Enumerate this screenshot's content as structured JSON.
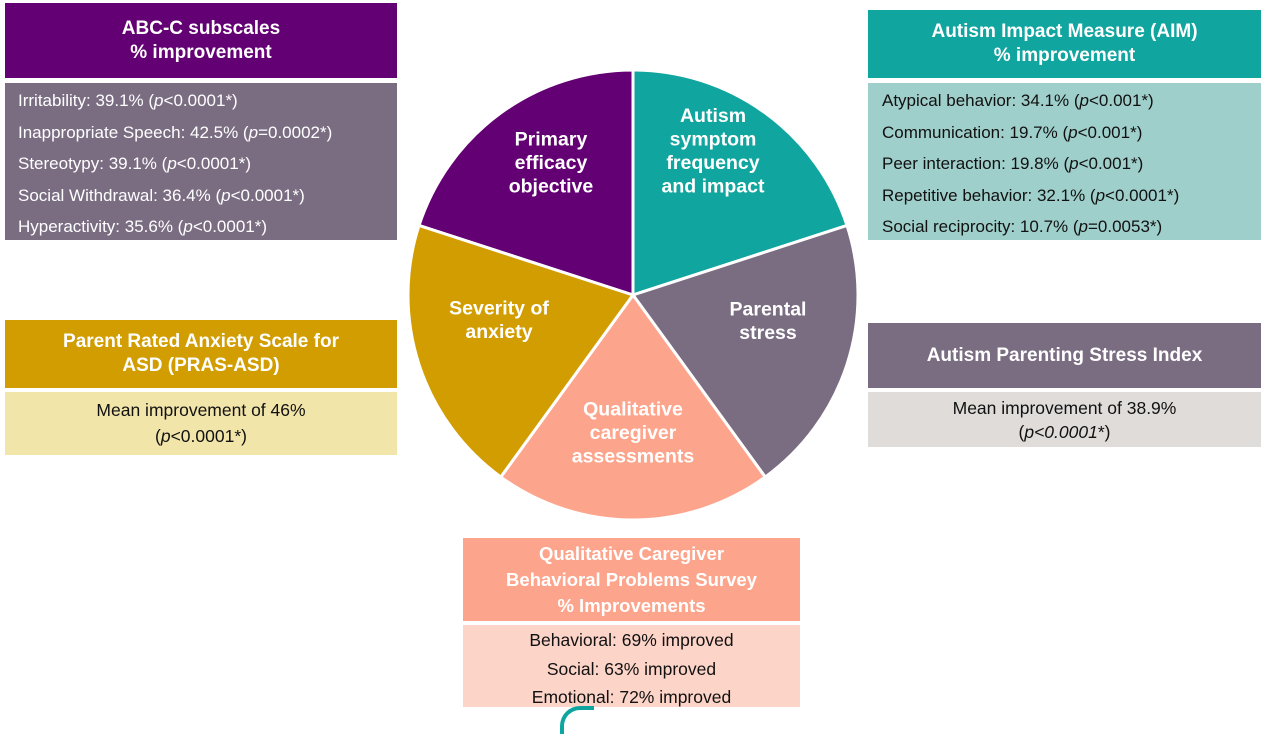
{
  "colors": {
    "purple": "#630073",
    "purple_body": "#7a6d82",
    "teal": "#10a59f",
    "teal_body": "#9fcfcb",
    "gold": "#d29d00",
    "gold_body": "#f2e5a9",
    "salmon": "#fda58c",
    "salmon_body": "#fdd4c8",
    "mauve": "#7a6d82",
    "gray_body": "#dfdcda"
  },
  "pie": {
    "segments": [
      {
        "id": "primary",
        "label_lines": [
          "Primary",
          "efficacy",
          "objective"
        ],
        "color": "#630073",
        "share": 0.2
      },
      {
        "id": "autism",
        "label_lines": [
          "Autism",
          "symptom",
          "frequency",
          "and impact"
        ],
        "color": "#10a59f",
        "share": 0.2
      },
      {
        "id": "parental",
        "label_lines": [
          "Parental",
          "stress"
        ],
        "color": "#7a6d82",
        "share": 0.2
      },
      {
        "id": "qualitative",
        "label_lines": [
          "Qualitative",
          "caregiver",
          "assessments"
        ],
        "color": "#fda58c",
        "share": 0.2
      },
      {
        "id": "anxiety",
        "label_lines": [
          "Severity of",
          "anxiety"
        ],
        "color": "#d29d00",
        "share": 0.2
      }
    ]
  },
  "abc": {
    "title": "ABC-C subscales",
    "subtitle": "% improvement",
    "items": [
      {
        "pre": "Irritability: 39.1% (",
        "p": "p",
        "post": "<0.0001*)"
      },
      {
        "pre": "Inappropriate Speech: 42.5% (",
        "p": "p",
        "post": "=0.0002*)"
      },
      {
        "pre": "Stereotypy: 39.1%  (",
        "p": "p",
        "post": "<0.0001*)"
      },
      {
        "pre": "Social Withdrawal: 36.4% (",
        "p": "p",
        "post": "<0.0001*)"
      },
      {
        "pre": "Hyperactivity: 35.6%  (",
        "p": "p",
        "post": "<0.0001*)"
      }
    ]
  },
  "aim": {
    "title": "Autism Impact Measure (AIM)",
    "subtitle": "% improvement",
    "items": [
      {
        "pre": "Atypical behavior: 34.1% (",
        "p": "p",
        "post": "<0.001*)"
      },
      {
        "pre": "Communication: 19.7% (",
        "p": "p",
        "post": "<0.001*)"
      },
      {
        "pre": "Peer interaction: 19.8% (",
        "p": "p",
        "post": "<0.001*)"
      },
      {
        "pre": "Repetitive behavior: 32.1% (",
        "p": "p",
        "post": "<0.0001*)"
      },
      {
        "pre": "Social reciprocity: 10.7% (",
        "p": "p",
        "post": "=0.0053*)"
      }
    ]
  },
  "pras": {
    "title_line1": "Parent Rated Anxiety Scale for",
    "title_line2": "ASD (PRAS-ASD)",
    "body_line1": "Mean improvement of 46%",
    "body_pre": "(",
    "body_p": "p",
    "body_post": "<0.0001*)"
  },
  "apsi": {
    "title": "Autism Parenting Stress Index",
    "body_line1": "Mean improvement of 38.9%",
    "body_pre": "(",
    "body_italic": "p<0.0001",
    "body_post": "*)"
  },
  "qcbps": {
    "title_line1": "Qualitative Caregiver",
    "title_line2": "Behavioral Problems Survey",
    "title_line3": "% Improvements",
    "items": [
      "Behavioral: 69% improved",
      "Social: 63% improved",
      "Emotional: 72% improved"
    ]
  }
}
